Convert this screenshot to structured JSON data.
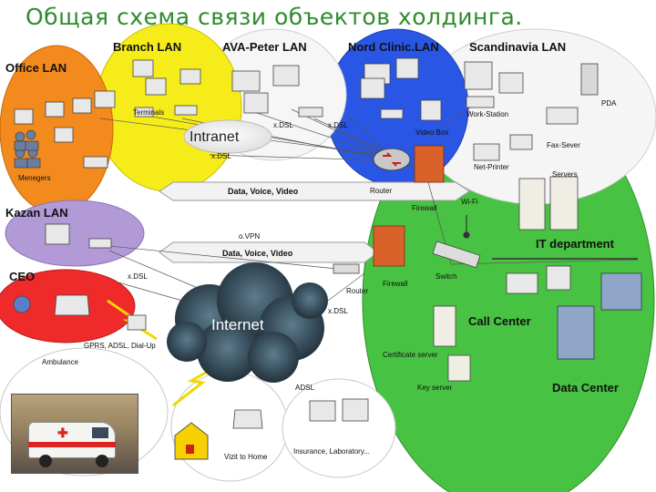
{
  "title": "Общая схема связи объектов холдинга.",
  "zones": {
    "office": "Office LAN",
    "branch": "Branch LAN",
    "ava": "AVA-Peter LAN",
    "nord": "Nord Clinic.LAN",
    "scandinavia": "Scandinavia LAN",
    "kazan": "Kazan LAN",
    "ceo": "CEO",
    "it": "IT department",
    "call_center": "Call Center",
    "data_center": "Data Center"
  },
  "clouds": {
    "intranet": "Intranet",
    "internet": "Internet"
  },
  "bands": {
    "intranet_band": "Data, Voice, Video",
    "vpn_band": "Data, Voice, Video"
  },
  "labels": {
    "menegers": "Menegers",
    "terminals": "Terminals",
    "xdsl_1": "x.DSL",
    "xdsl_2": "x.DSL",
    "xdsl_3": "x.DSL",
    "xdsl_4": "x.DSL",
    "xdsl_5": "x.DSL",
    "ovpn": "o.VPN",
    "router_1": "Router",
    "router_2": "Router",
    "firewall_1": "Firewall",
    "firewall_2": "Firewall",
    "switch": "Switch",
    "wifi": "Wi-Fi",
    "video_box": "Video Box",
    "work_station": "Work-Station",
    "net_printer": "Net-Printer",
    "fax_server": "Fax-Sever",
    "servers": "Servers",
    "pda": "PDA",
    "certificate_server": "Certificate server",
    "key_server": "Key server",
    "gprs": "GPRS, ADSL, Dial-Up",
    "ambulance": "Ambulance",
    "adsl": "ADSL",
    "vizit": "Vizit to Home",
    "insurance": "Insurance, Laboratory..."
  },
  "colors": {
    "title": "#2e8b2e",
    "office": "#f28a1e",
    "branch": "#f6ec1a",
    "ava": "#f6f6f6",
    "nord": "#2a56e6",
    "scandinavia": "#f5f5f5",
    "kazan": "#b19ad6",
    "ceo": "#ee2a2a",
    "datacenter": "#48c242",
    "cloud": "#2d4150"
  }
}
